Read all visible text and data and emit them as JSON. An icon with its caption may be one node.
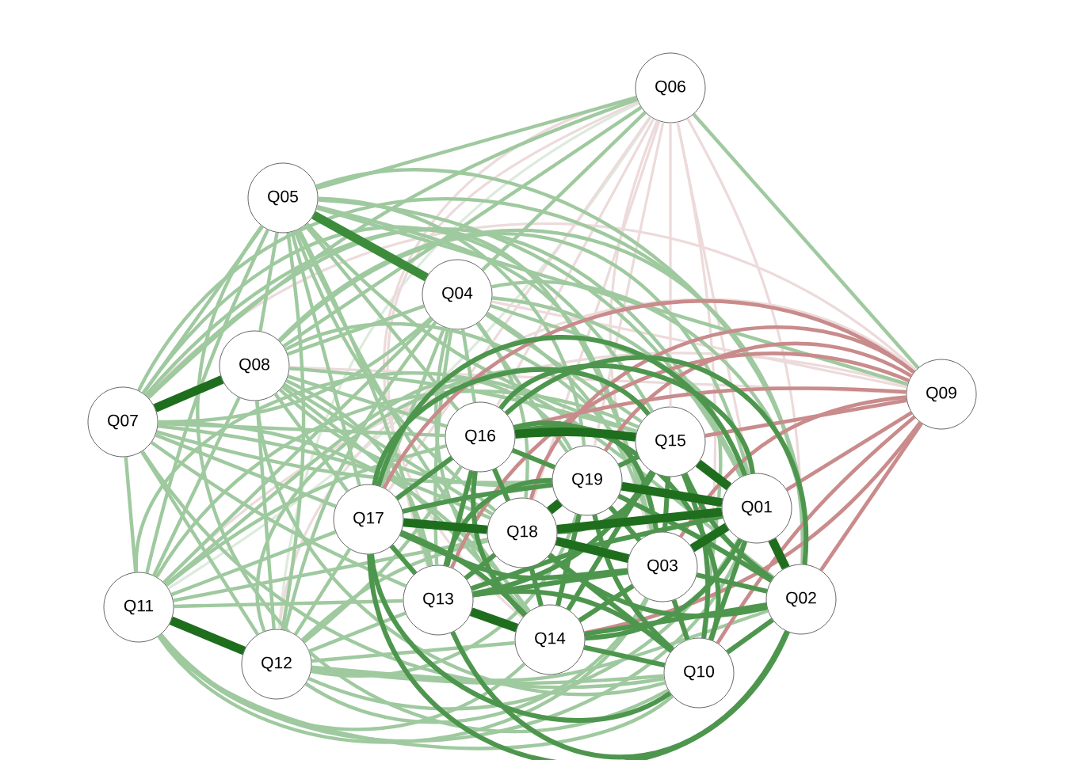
{
  "diagram": {
    "nodes": [
      {
        "text": [
          "Q01"
        ]
      },
      {
        "text": [
          "Q02"
        ]
      },
      {
        "text": [
          "Q03"
        ]
      },
      {
        "text": [
          "Q04"
        ]
      },
      {
        "text": [
          "Q05"
        ]
      },
      {
        "text": [
          "Q06"
        ]
      },
      {
        "text": [
          "Q07"
        ]
      },
      {
        "text": [
          "Q08"
        ]
      },
      {
        "text": [
          "Q09"
        ]
      },
      {
        "text": [
          "Q10"
        ]
      },
      {
        "text": [
          "Q11"
        ]
      },
      {
        "text": [
          "Q12"
        ]
      },
      {
        "text": [
          "Q13"
        ]
      },
      {
        "text": [
          "Q14"
        ]
      },
      {
        "text": [
          "Q15"
        ]
      },
      {
        "text": [
          "Q16"
        ]
      },
      {
        "text": [
          "Q17"
        ]
      },
      {
        "text": [
          "Q18"
        ]
      },
      {
        "text": [
          "Q19"
        ]
      }
    ],
    "edges": [
      {
        "from": 0,
        "to": 1,
        "arrow": "none",
        "style": "thick",
        "color": "#1e6e1e"
      },
      {
        "from": 0,
        "to": 2,
        "arrow": "none",
        "style": "thick",
        "color": "#1e6e1e"
      },
      {
        "from": 0,
        "to": 3,
        "arrow": "none"
      },
      {
        "from": 0,
        "to": 4,
        "arrow": "none"
      },
      {
        "from": 0,
        "to": 5,
        "arrow": "none",
        "color": "#eddada"
      },
      {
        "from": 0,
        "to": 6,
        "arrow": "none"
      },
      {
        "from": 0,
        "to": 7,
        "arrow": "none"
      },
      {
        "from": 0,
        "to": 8,
        "arrow": "none",
        "color": "#c98b8b"
      },
      {
        "from": 0,
        "to": 9,
        "arrow": "none",
        "color": "#4e964e"
      },
      {
        "from": 0,
        "to": 10,
        "arrow": "none"
      },
      {
        "from": 0,
        "to": 11,
        "arrow": "none"
      },
      {
        "from": 0,
        "to": 12,
        "arrow": "none",
        "color": "#4e964e"
      },
      {
        "from": 0,
        "to": 13,
        "arrow": "none",
        "color": "#4e964e"
      },
      {
        "from": 0,
        "to": 14,
        "arrow": "none",
        "style": "thick",
        "color": "#1e6e1e"
      },
      {
        "from": 0,
        "to": 15,
        "arrow": "none",
        "color": "#4e964e"
      },
      {
        "from": 0,
        "to": 16,
        "arrow": "none",
        "color": "#4e964e"
      },
      {
        "from": 0,
        "to": 17,
        "arrow": "none",
        "style": "thick",
        "color": "#1e6e1e"
      },
      {
        "from": 0,
        "to": 18,
        "arrow": "none",
        "style": "thick",
        "color": "#1e6e1e"
      },
      {
        "from": 1,
        "to": 2,
        "arrow": "none",
        "color": "#4e964e"
      },
      {
        "from": 1,
        "to": 3,
        "arrow": "none"
      },
      {
        "from": 1,
        "to": 4,
        "arrow": "none"
      },
      {
        "from": 1,
        "to": 5,
        "arrow": "none",
        "color": "#eddada"
      },
      {
        "from": 1,
        "to": 6,
        "arrow": "none"
      },
      {
        "from": 1,
        "to": 7,
        "arrow": "none"
      },
      {
        "from": 1,
        "to": 8,
        "arrow": "none",
        "color": "#c98b8b"
      },
      {
        "from": 1,
        "to": 9,
        "arrow": "none",
        "color": "#4e964e"
      },
      {
        "from": 1,
        "to": 10,
        "arrow": "none"
      },
      {
        "from": 1,
        "to": 11,
        "arrow": "none"
      },
      {
        "from": 1,
        "to": 12,
        "arrow": "none",
        "color": "#4e964e"
      },
      {
        "from": 1,
        "to": 13,
        "arrow": "none",
        "color": "#4e964e"
      },
      {
        "from": 1,
        "to": 14,
        "arrow": "none",
        "color": "#4e964e"
      },
      {
        "from": 1,
        "to": 15,
        "arrow": "none",
        "color": "#4e964e"
      },
      {
        "from": 1,
        "to": 16,
        "arrow": "none",
        "color": "#4e964e"
      },
      {
        "from": 1,
        "to": 17,
        "arrow": "none",
        "color": "#4e964e"
      },
      {
        "from": 1,
        "to": 18,
        "arrow": "none",
        "color": "#4e964e"
      },
      {
        "from": 2,
        "to": 3,
        "arrow": "none"
      },
      {
        "from": 2,
        "to": 4,
        "arrow": "none"
      },
      {
        "from": 2,
        "to": 5,
        "arrow": "none",
        "color": "#eddada"
      },
      {
        "from": 2,
        "to": 6,
        "arrow": "none"
      },
      {
        "from": 2,
        "to": 7,
        "arrow": "none"
      },
      {
        "from": 2,
        "to": 8,
        "arrow": "none",
        "color": "#c98b8b"
      },
      {
        "from": 2,
        "to": 9,
        "arrow": "none",
        "color": "#4e964e"
      },
      {
        "from": 2,
        "to": 10,
        "arrow": "none"
      },
      {
        "from": 2,
        "to": 11,
        "arrow": "none"
      },
      {
        "from": 2,
        "to": 12,
        "arrow": "none",
        "color": "#4e964e"
      },
      {
        "from": 2,
        "to": 13,
        "arrow": "none",
        "color": "#4e964e"
      },
      {
        "from": 2,
        "to": 14,
        "arrow": "none",
        "color": "#4e964e"
      },
      {
        "from": 2,
        "to": 15,
        "arrow": "none",
        "color": "#4e964e"
      },
      {
        "from": 2,
        "to": 16,
        "arrow": "none",
        "color": "#4e964e"
      },
      {
        "from": 2,
        "to": 17,
        "arrow": "none",
        "style": "thick",
        "color": "#1e6e1e"
      },
      {
        "from": 2,
        "to": 18,
        "arrow": "none",
        "color": "#4e964e"
      },
      {
        "from": 3,
        "to": 4,
        "arrow": "none",
        "style": "thick",
        "color": "#3c8c3c"
      },
      {
        "from": 3,
        "to": 5,
        "arrow": "none"
      },
      {
        "from": 3,
        "to": 6,
        "arrow": "none"
      },
      {
        "from": 3,
        "to": 7,
        "arrow": "none"
      },
      {
        "from": 3,
        "to": 8,
        "arrow": "none",
        "color": "#eddada"
      },
      {
        "from": 3,
        "to": 9,
        "arrow": "none"
      },
      {
        "from": 3,
        "to": 10,
        "arrow": "none"
      },
      {
        "from": 3,
        "to": 11,
        "arrow": "none"
      },
      {
        "from": 3,
        "to": 12,
        "arrow": "none"
      },
      {
        "from": 3,
        "to": 13,
        "arrow": "none"
      },
      {
        "from": 3,
        "to": 14,
        "arrow": "none"
      },
      {
        "from": 3,
        "to": 15,
        "arrow": "none"
      },
      {
        "from": 3,
        "to": 16,
        "arrow": "none"
      },
      {
        "from": 3,
        "to": 17,
        "arrow": "none"
      },
      {
        "from": 3,
        "to": 18,
        "arrow": "none"
      },
      {
        "from": 4,
        "to": 5,
        "arrow": "none"
      },
      {
        "from": 4,
        "to": 6,
        "arrow": "none"
      },
      {
        "from": 4,
        "to": 7,
        "arrow": "none"
      },
      {
        "from": 4,
        "to": 8,
        "arrow": "none"
      },
      {
        "from": 4,
        "to": 9,
        "arrow": "none"
      },
      {
        "from": 4,
        "to": 10,
        "arrow": "none"
      },
      {
        "from": 4,
        "to": 11,
        "arrow": "none"
      },
      {
        "from": 4,
        "to": 12,
        "arrow": "none"
      },
      {
        "from": 4,
        "to": 13,
        "arrow": "none"
      },
      {
        "from": 4,
        "to": 14,
        "arrow": "none"
      },
      {
        "from": 4,
        "to": 15,
        "arrow": "none"
      },
      {
        "from": 4,
        "to": 16,
        "arrow": "none"
      },
      {
        "from": 4,
        "to": 17,
        "arrow": "none"
      },
      {
        "from": 4,
        "to": 18,
        "arrow": "none"
      },
      {
        "from": 5,
        "to": 6,
        "arrow": "none"
      },
      {
        "from": 5,
        "to": 7,
        "arrow": "none"
      },
      {
        "from": 5,
        "to": 8,
        "arrow": "none"
      },
      {
        "from": 5,
        "to": 9,
        "arrow": "none",
        "color": "#eddada"
      },
      {
        "from": 5,
        "to": 10,
        "arrow": "none",
        "color": "#dcebdc"
      },
      {
        "from": 5,
        "to": 11,
        "arrow": "none",
        "color": "#dcebdc"
      },
      {
        "from": 5,
        "to": 12,
        "arrow": "none",
        "color": "#eddada"
      },
      {
        "from": 5,
        "to": 13,
        "arrow": "none",
        "color": "#eddada"
      },
      {
        "from": 5,
        "to": 14,
        "arrow": "none",
        "color": "#eddada"
      },
      {
        "from": 5,
        "to": 15,
        "arrow": "none",
        "color": "#eddada"
      },
      {
        "from": 5,
        "to": 16,
        "arrow": "none",
        "color": "#eddada"
      },
      {
        "from": 5,
        "to": 17,
        "arrow": "none",
        "color": "#eddada"
      },
      {
        "from": 5,
        "to": 18,
        "arrow": "none",
        "color": "#eddada"
      },
      {
        "from": 6,
        "to": 7,
        "arrow": "none",
        "style": "thick",
        "color": "#1e6e1e"
      },
      {
        "from": 6,
        "to": 8,
        "arrow": "none",
        "color": "#eddada"
      },
      {
        "from": 6,
        "to": 9,
        "arrow": "none"
      },
      {
        "from": 6,
        "to": 10,
        "arrow": "none"
      },
      {
        "from": 6,
        "to": 11,
        "arrow": "none"
      },
      {
        "from": 6,
        "to": 12,
        "arrow": "none"
      },
      {
        "from": 6,
        "to": 13,
        "arrow": "none"
      },
      {
        "from": 6,
        "to": 14,
        "arrow": "none"
      },
      {
        "from": 6,
        "to": 15,
        "arrow": "none"
      },
      {
        "from": 6,
        "to": 16,
        "arrow": "none"
      },
      {
        "from": 6,
        "to": 17,
        "arrow": "none"
      },
      {
        "from": 6,
        "to": 18,
        "arrow": "none"
      },
      {
        "from": 7,
        "to": 8,
        "arrow": "none",
        "color": "#eddada"
      },
      {
        "from": 7,
        "to": 9,
        "arrow": "none"
      },
      {
        "from": 7,
        "to": 10,
        "arrow": "none"
      },
      {
        "from": 7,
        "to": 11,
        "arrow": "none"
      },
      {
        "from": 7,
        "to": 12,
        "arrow": "none"
      },
      {
        "from": 7,
        "to": 13,
        "arrow": "none"
      },
      {
        "from": 7,
        "to": 14,
        "arrow": "none"
      },
      {
        "from": 7,
        "to": 15,
        "arrow": "none"
      },
      {
        "from": 7,
        "to": 16,
        "arrow": "none"
      },
      {
        "from": 7,
        "to": 17,
        "arrow": "none"
      },
      {
        "from": 7,
        "to": 18,
        "arrow": "none"
      },
      {
        "from": 8,
        "to": 9,
        "arrow": "none",
        "color": "#c98b8b"
      },
      {
        "from": 8,
        "to": 10,
        "arrow": "none",
        "color": "#eddada"
      },
      {
        "from": 8,
        "to": 11,
        "arrow": "none",
        "color": "#eddada"
      },
      {
        "from": 8,
        "to": 12,
        "arrow": "none",
        "color": "#c98b8b"
      },
      {
        "from": 8,
        "to": 13,
        "arrow": "none",
        "color": "#c98b8b"
      },
      {
        "from": 8,
        "to": 14,
        "arrow": "none",
        "color": "#c98b8b"
      },
      {
        "from": 8,
        "to": 15,
        "arrow": "none",
        "color": "#c98b8b"
      },
      {
        "from": 8,
        "to": 16,
        "arrow": "none",
        "color": "#c98b8b"
      },
      {
        "from": 8,
        "to": 17,
        "arrow": "none",
        "color": "#c98b8b"
      },
      {
        "from": 8,
        "to": 18,
        "arrow": "none",
        "color": "#c98b8b"
      },
      {
        "from": 9,
        "to": 10,
        "arrow": "none"
      },
      {
        "from": 9,
        "to": 11,
        "arrow": "none"
      },
      {
        "from": 9,
        "to": 12,
        "arrow": "none",
        "color": "#4e964e"
      },
      {
        "from": 9,
        "to": 13,
        "arrow": "none",
        "color": "#4e964e"
      },
      {
        "from": 9,
        "to": 14,
        "arrow": "none",
        "color": "#4e964e"
      },
      {
        "from": 9,
        "to": 15,
        "arrow": "none",
        "color": "#4e964e"
      },
      {
        "from": 9,
        "to": 16,
        "arrow": "none",
        "color": "#4e964e"
      },
      {
        "from": 9,
        "to": 17,
        "arrow": "none",
        "color": "#4e964e"
      },
      {
        "from": 9,
        "to": 18,
        "arrow": "none",
        "color": "#4e964e"
      },
      {
        "from": 10,
        "to": 11,
        "arrow": "none",
        "style": "thick",
        "color": "#1e6e1e"
      },
      {
        "from": 10,
        "to": 12,
        "arrow": "none"
      },
      {
        "from": 10,
        "to": 13,
        "arrow": "none"
      },
      {
        "from": 10,
        "to": 14,
        "arrow": "none"
      },
      {
        "from": 10,
        "to": 15,
        "arrow": "none"
      },
      {
        "from": 10,
        "to": 16,
        "arrow": "none"
      },
      {
        "from": 10,
        "to": 17,
        "arrow": "none"
      },
      {
        "from": 10,
        "to": 18,
        "arrow": "none"
      },
      {
        "from": 11,
        "to": 12,
        "arrow": "none"
      },
      {
        "from": 11,
        "to": 13,
        "arrow": "none"
      },
      {
        "from": 11,
        "to": 14,
        "arrow": "none"
      },
      {
        "from": 11,
        "to": 15,
        "arrow": "none"
      },
      {
        "from": 11,
        "to": 16,
        "arrow": "none"
      },
      {
        "from": 11,
        "to": 17,
        "arrow": "none"
      },
      {
        "from": 11,
        "to": 18,
        "arrow": "none"
      },
      {
        "from": 12,
        "to": 13,
        "arrow": "none",
        "style": "thick",
        "color": "#1e6e1e"
      },
      {
        "from": 12,
        "to": 14,
        "arrow": "none",
        "color": "#4e964e"
      },
      {
        "from": 12,
        "to": 15,
        "arrow": "none",
        "color": "#4e964e"
      },
      {
        "from": 12,
        "to": 16,
        "arrow": "none",
        "color": "#4e964e"
      },
      {
        "from": 12,
        "to": 17,
        "arrow": "none",
        "color": "#4e964e"
      },
      {
        "from": 12,
        "to": 18,
        "arrow": "none",
        "color": "#4e964e"
      },
      {
        "from": 13,
        "to": 14,
        "arrow": "none",
        "color": "#4e964e"
      },
      {
        "from": 13,
        "to": 15,
        "arrow": "none",
        "color": "#4e964e"
      },
      {
        "from": 13,
        "to": 16,
        "arrow": "none",
        "color": "#4e964e"
      },
      {
        "from": 13,
        "to": 17,
        "arrow": "none",
        "color": "#4e964e"
      },
      {
        "from": 13,
        "to": 18,
        "arrow": "none",
        "color": "#4e964e"
      },
      {
        "from": 14,
        "to": 15,
        "arrow": "none",
        "style": "thick",
        "color": "#1e6e1e"
      },
      {
        "from": 14,
        "to": 16,
        "arrow": "none",
        "color": "#4e964e"
      },
      {
        "from": 14,
        "to": 17,
        "arrow": "none",
        "color": "#4e964e"
      },
      {
        "from": 14,
        "to": 18,
        "arrow": "none",
        "color": "#4e964e"
      },
      {
        "from": 15,
        "to": 16,
        "arrow": "none",
        "color": "#4e964e"
      },
      {
        "from": 15,
        "to": 17,
        "arrow": "none",
        "color": "#4e964e"
      },
      {
        "from": 15,
        "to": 18,
        "arrow": "none",
        "color": "#4e964e"
      },
      {
        "from": 16,
        "to": 17,
        "arrow": "none",
        "style": "thick",
        "color": "#1e6e1e"
      },
      {
        "from": 16,
        "to": 18,
        "arrow": "none",
        "color": "#4e964e"
      },
      {
        "from": 17,
        "to": 18,
        "arrow": "none",
        "style": "thick",
        "color": "#1e6e1e"
      }
    ]
  }
}
